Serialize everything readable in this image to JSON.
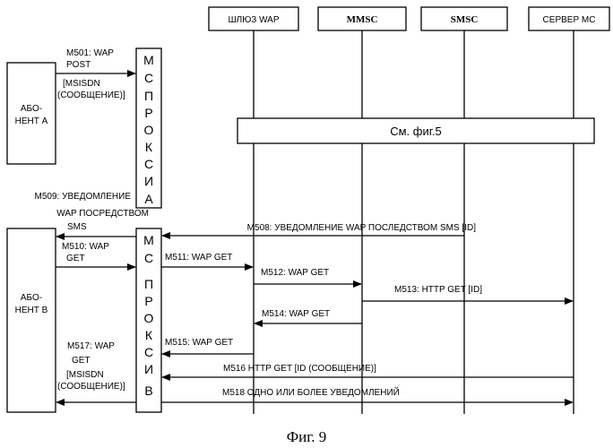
{
  "entities": {
    "gateway": "ШЛЮЗ WAP",
    "mmsc": "MMSC",
    "smsc": "SMSC",
    "server": "СЕРВЕР МС",
    "subscriber_a": [
      "АБО-",
      "НЕНТ А"
    ],
    "subscriber_b": [
      "АБО-",
      "НЕНТ В"
    ],
    "proxy_a": [
      "М",
      "С",
      "П",
      "Р",
      "О",
      "К",
      "С",
      "И",
      "А"
    ],
    "proxy_b": [
      "М",
      "С",
      "П",
      "Р",
      "О",
      "К",
      "С",
      "И",
      "В"
    ]
  },
  "ref_box": "См. фиг.5",
  "messages": {
    "m501": [
      "M501: WAP",
      "POST",
      "[MSISDN",
      "(СООБЩЕНИЕ)]"
    ],
    "m509": [
      "M509: УВЕДОМЛЕНИЕ",
      "WAP ПОСРЕДСТВОМ",
      "SMS"
    ],
    "m508": "M508: УВЕДОМЛЕНИЕ WAP ПОСЛЕДСТВОМ SMS [ID]",
    "m510": [
      "M510: WAP",
      "GET"
    ],
    "m511": "M511: WAP GET",
    "m512": "M512: WAP GET",
    "m513": "M513: HTTP GET [ID]",
    "m514": "M514: WAP GET",
    "m515": "M515: WAP GET",
    "m516": "M516 HTTP GET [ID (СООБЩЕНИЕ)]",
    "m517": [
      "M517: WAP",
      "GET",
      "[MSISDN",
      "(СООБЩЕНИЕ)]"
    ],
    "m518": "M518 ОДНО ИЛИ БОЛЕЕ УВЕДОМЛЕНИЙ"
  },
  "caption": "Фиг. 9"
}
